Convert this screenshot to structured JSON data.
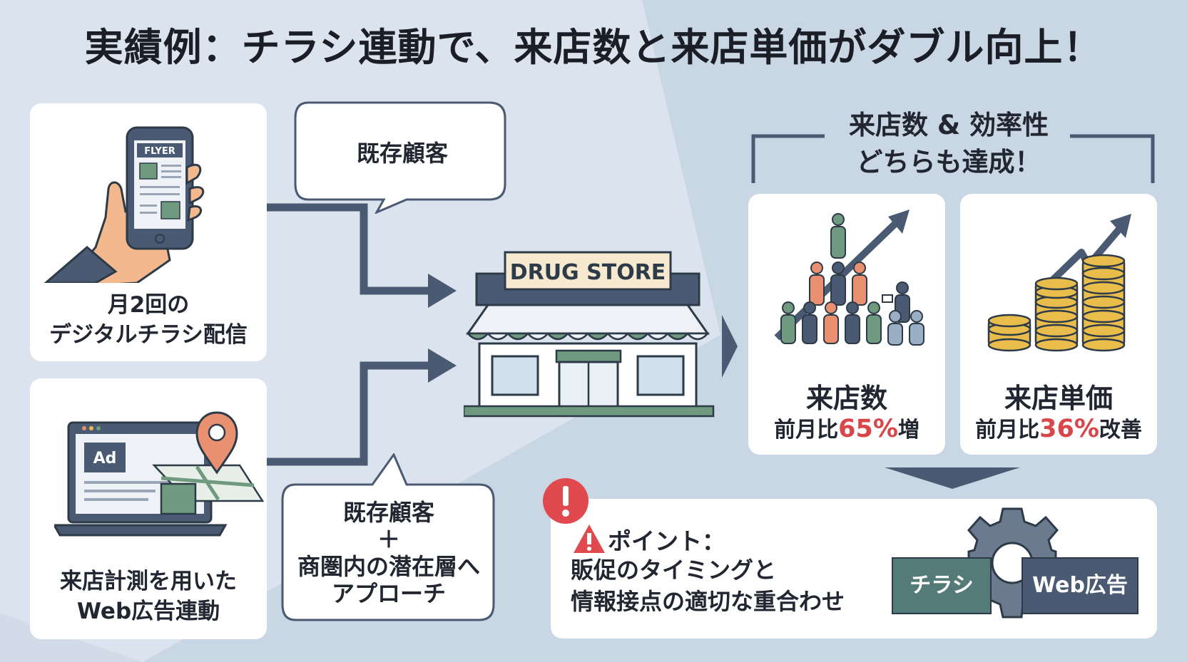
{
  "title": "実績例：チラシ連動で、来店数と来店単価がダブル向上！",
  "channels": {
    "flyer": {
      "screen_label": "FLYER",
      "label_line1": "月2回の",
      "label_line2": "デジタルチラシ配信"
    },
    "web_ad": {
      "ad_label": "Ad",
      "label_line1": "来店計測を用いた",
      "label_line2": "Web広告連動"
    }
  },
  "bubbles": {
    "top": "既存顧客",
    "bottom_line1": "既存顧客",
    "bottom_line2": "＋",
    "bottom_line3": "商圏内の潜在層へ",
    "bottom_line4": "アプローチ"
  },
  "store": {
    "sign": "DRUG STORE"
  },
  "results": {
    "heading_line1": "来店数 & 効率性",
    "heading_line2": "どちらも達成！",
    "visits": {
      "title": "来店数",
      "prefix": "前月比",
      "value": "65%",
      "suffix": "増"
    },
    "unit_price": {
      "title": "来店単価",
      "prefix": "前月比",
      "value": "36%",
      "suffix": "改善"
    }
  },
  "point": {
    "title": "ポイント：",
    "body_line1": "販促のタイミングと",
    "body_line2": "情報接点の適切な重合わせ",
    "tag_flyer": "チラシ",
    "tag_web": "Web広告"
  },
  "colors": {
    "accent_red": "#d9464a",
    "store_green": "#6f9a80",
    "slate": "#4a5a72",
    "coin": "#e8bd4c"
  },
  "icons": [
    "smartphone-flyer-icon",
    "laptop-ad-icon",
    "map-pin-icon",
    "drug-store-icon",
    "people-crowd-icon",
    "coin-stack-icon",
    "gear-icon",
    "alert-icon",
    "warning-icon"
  ]
}
